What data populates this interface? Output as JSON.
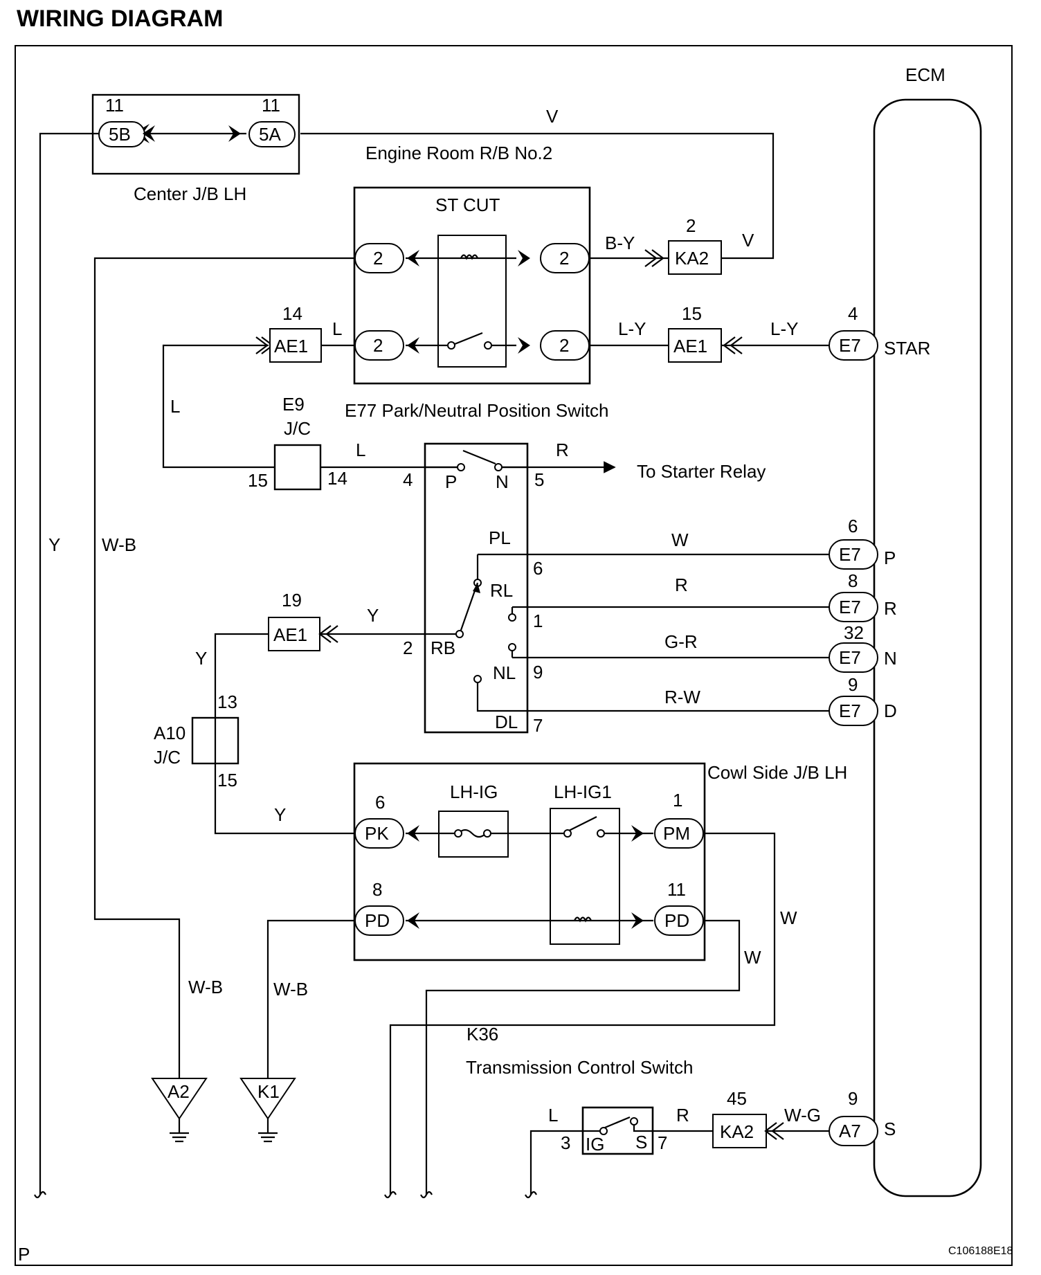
{
  "title": "WIRING DIAGRAM",
  "page_letter": "P",
  "figure_code": "C106188E18",
  "ecm": {
    "label": "ECM",
    "pins": [
      "STAR",
      "P",
      "R",
      "N",
      "D",
      "S"
    ]
  },
  "center_jb": {
    "label": "Center J/B LH",
    "left_conn": "5B",
    "right_conn": "5A",
    "left_pin": "11",
    "right_pin": "11"
  },
  "engine_room_rb": "Engine Room R/B No.2",
  "st_cut": {
    "label": "ST CUT",
    "pins": [
      "2",
      "2",
      "2",
      "2"
    ]
  },
  "ka2_top": {
    "conn": "KA2",
    "pin": "2"
  },
  "ae1_14": {
    "conn": "AE1",
    "pin": "14"
  },
  "ae1_15": {
    "conn": "AE1",
    "pin": "15"
  },
  "ae1_19": {
    "conn": "AE1",
    "pin": "19"
  },
  "e7": {
    "conn": "E7",
    "pins": [
      "4",
      "6",
      "8",
      "32",
      "9"
    ]
  },
  "e9": {
    "label1": "E9",
    "label2": "J/C",
    "pin_left": "15",
    "pin_right": "14"
  },
  "pnp": {
    "label": "E77 Park/Neutral Position Switch",
    "contacts": [
      "P",
      "N",
      "PL",
      "RL",
      "RB",
      "NL",
      "DL"
    ],
    "pins": [
      "4",
      "5",
      "6",
      "1",
      "2",
      "9",
      "7"
    ],
    "to_starter": "To Starter Relay"
  },
  "a10": {
    "label1": "A10",
    "label2": "J/C",
    "pin_top": "13",
    "pin_bottom": "15"
  },
  "cowl_jb": {
    "label": "Cowl Side J/B LH",
    "fuse": "LH-IG",
    "relay": "LH-IG1",
    "conns": [
      "PK",
      "PM",
      "PD",
      "PD"
    ],
    "pins": [
      "6",
      "1",
      "8",
      "11"
    ]
  },
  "grounds": [
    "A2",
    "K1"
  ],
  "k36": {
    "code": "K36",
    "label": "Transmission Control Switch",
    "contacts": [
      "IG",
      "S"
    ],
    "pins": [
      "3",
      "7"
    ]
  },
  "ka2_bottom": {
    "conn": "KA2",
    "pin": "45"
  },
  "a7": {
    "conn": "A7",
    "pin": "9"
  },
  "wire_colors": [
    "V",
    "B-Y",
    "L",
    "L-Y",
    "R",
    "W",
    "G-R",
    "R-W",
    "Y",
    "W-B",
    "W-G"
  ]
}
